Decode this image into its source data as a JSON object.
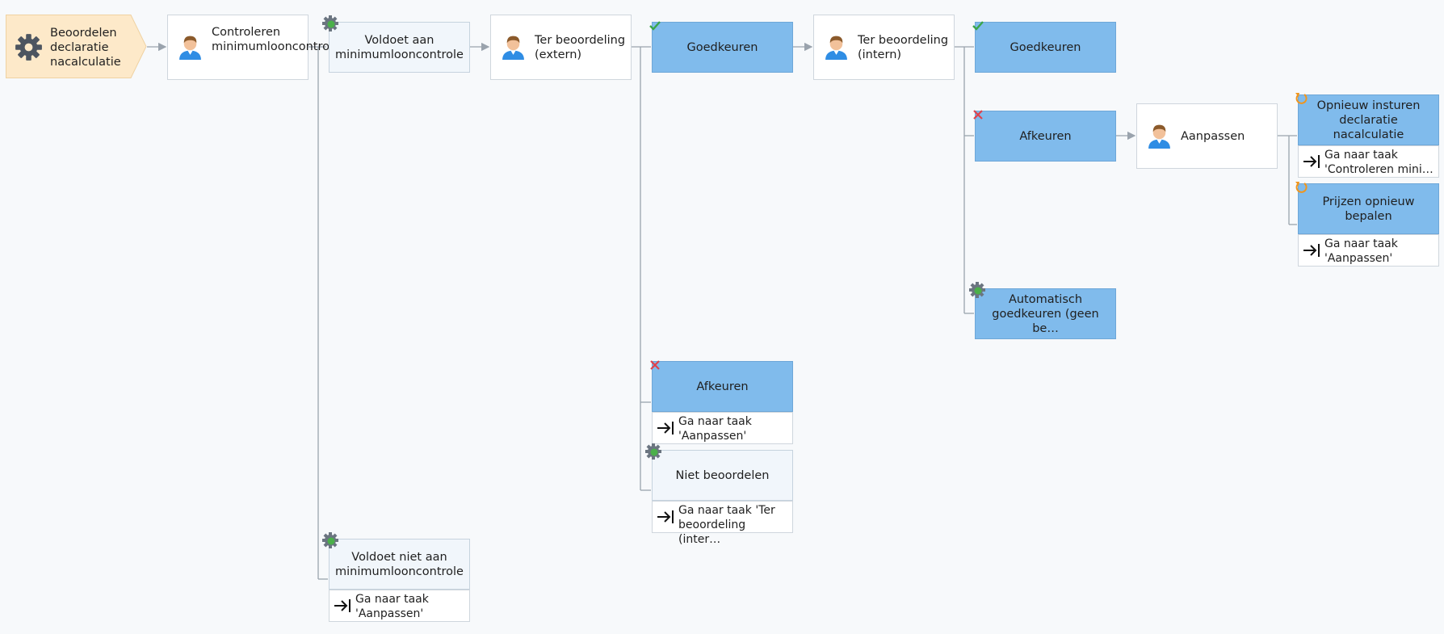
{
  "nodes": {
    "start": "Beoordelen declaratie nacalculatie",
    "controleren": "Controleren minimumlooncontrole",
    "voldoet": "Voldoet aan minimumlooncontrole",
    "ter_extern": "Ter beoordeling (extern)",
    "goedkeuren_1": "Goedkeuren",
    "ter_intern": "Ter beoordeling (intern)",
    "goedkeuren_2": "Goedkeuren",
    "afkeuren_2": "Afkeuren",
    "aanpassen": "Aanpassen",
    "opnieuw": "Opnieuw insturen declaratie nacalculatie",
    "opnieuw_goto": "Ga naar taak 'Controleren mini…",
    "prijzen": "Prijzen opnieuw bepalen",
    "prijzen_goto": "Ga naar taak 'Aanpassen'",
    "automatisch": "Automatisch goedkeuren (geen be…",
    "afkeuren_1": "Afkeuren",
    "afkeuren_1_goto": "Ga naar taak 'Aanpassen'",
    "niet": "Niet beoordelen",
    "niet_goto": "Ga naar taak 'Ter beoordeling (inter…",
    "voldoet_niet": "Voldoet niet aan minimumlooncontrole",
    "voldoet_niet_goto": "Ga naar taak 'Aanpassen'"
  },
  "colors": {
    "start_fill": "#fde9c9",
    "decision_fill": "#80bbec",
    "auto_fill": "#f1f6fb",
    "connector": "#9aa3ad",
    "approve": "#3aa64a",
    "reject": "#e0424c",
    "retry": "#f0961e"
  },
  "icons": {
    "start": "gear-icon",
    "task": "person-avatar-icon",
    "automatic": "automation-gear-icon",
    "approve": "checkmark-icon",
    "reject": "cross-icon",
    "retry": "retry-icon",
    "goto": "goto-arrow-icon"
  }
}
